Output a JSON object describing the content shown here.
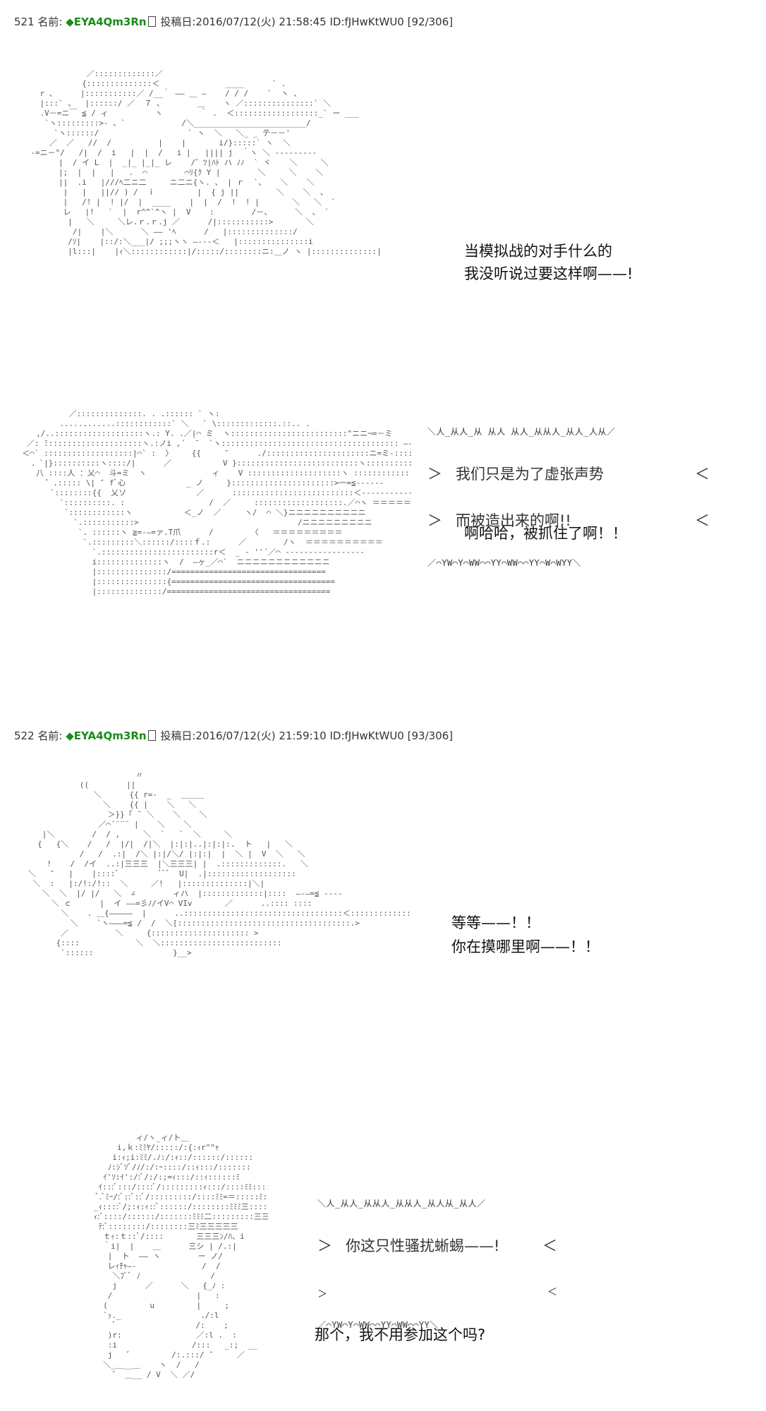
{
  "posts": [
    {
      "number": "521",
      "name_label": "名前:",
      "poster": "◆EYA4Qm3Rn",
      "date_label": "投稿日:2016/07/12(火) 21:58:45",
      "id": "ID:fJHwKtWU0",
      "count": "[92/306]"
    },
    {
      "number": "522",
      "name_label": "名前:",
      "poster": "◆EYA4Qm3Rn",
      "date_label": "投稿日:2016/07/12(火) 21:59:10",
      "id": "ID:fJHwKtWU0",
      "count": "[93/306]"
    }
  ],
  "dialogue": {
    "p1_line1": "当模拟战的对手什么的",
    "p1_line2": "我没听说过要这样啊——!",
    "shout1_line1": "我们只是为了虚张声势",
    "shout1_line2": "而被造出来的啊!!",
    "p2_line1": "啊哈哈，被抓住了啊！！",
    "p3_line1": "等等——！！",
    "p3_line2": "你在摸哪里啊——！！",
    "shout2_line1": "你这只性骚扰蜥蜴——!",
    "p4_line1": "那个，我不用参加这个吗?"
  },
  "ascii_art": {
    "art1": "              ／:::::::::::::／\n             {::::::::::::::＜              ____      ` .\n    r 、     |:::::::::::／ /__｀ ―― ＿ ―    / / /    `  ヽ 、\n    |:::` 、  |::::::/ ／  ７ 、       ＿    ヽ ／:::::::::::::::` ＼\n    .V－=ニ￣ ≦ / ィ          ヽ        ｀ .  ＜::::::::::::::::::_` ー ___\n     `ヽ:::::::::>- 、`            /＼________________________/\n       `ヽ::::::/                   ` ヽ  ＼   ＼_ _ テ－－'\n      ／  ／   //  /          |    |       i/}:::::` ヽ  ＼\n  -=ニ－\"/   /|  /  i   |  |  /   i |   |||| j  ｀ヽ ＼ ‐‐‐‐‐‐‐‐‐\n        |  / イ L  |  _|_ |_|_ レ    /゛ﾂ|ﾊﾄ ハ ﾉﾉ  ` ヾ    ＼     ＼\n        |;  |  |   |   .  ⌒        ⌒ﾘ{ｸ Y |        ＼     ＼    ＼\n        ||  .i   |///ﾍ二ニ二     ニ二ニ{ヽ. 、 | ｒ  `、   ＼    ＼\n         |   |   ||// ) /  ｉ         |  { j ||        ＼    ＼  、\n         |   /! |  ! |/  |  ____    |  |  /  !  ! |       ＼   ＼  `\n         レ   |!   `  |  r^^`^ヽ |  V    :        /－、     ＼  、 `\n          |   ＼     ＼レ.ｒ.ｒ.j ／      /|:::::::::::>       ＼\n           /|    |＼      ＼ ―― 'ﾍ      /   |::::::::::::::/\n          /ｿ|    |::/:＼___|/ ;;;ヽヽ ―‐‐‐＜   |:::::::::::::::i\n          |l:::|    |ｨ＼::::::::::::|/:::::/::::::::ニ:＿ノ ヽ |::::::::::::::|",
    "art2": "            ／::::::::::::::. . .:::::: ` ヽ:\n          ............::::::::::::` ＼   ` \\:::::::::::::.::.. .\n     ,/..:::::::::::::::::::ヽ.: Y. .／|⌒ ミ  ヽ:::::::::::::::::::::::::\"ニニ¬=－ミ\n   ／: ̄:::::::::::::::::::::ヽ.:ノi ,´  ̄   `ヽ:::::::::::::::::::::::::::::::::::::: ―‐ . .\n  ＜⌒` :::::::::::::::::::|⌒` :  〉    {{     ″      ./::::::::::::::::::::::ニ=ミ‐::::::::::::.\n    ．`|}::::::::::ヽ::::/|      ／           V }::::::::::::::::::::::::::ヽ:::::::::::::.\n     八 ::::人 ：乂⌒  斗=ミ  ヽ              ィ    V ::::::::::::::::::::ヽ ::::::::::::::ノ二\n       ゛.::::: \\| ″ fﾞ心             _ ノ     }::::::::::::::::::::::>一=≦‐‐‐‐‐‐\n        `::::::::{{  乂ソ               ／      ::::::::::::::::::::::::::＜‐‐‐‐‐‐‐‐‐‐‐‐\n          `::::::::::. :                  /  ／     :::::::::::::::::::.／⌒ヽ ＝＝＝＝＝＝＝\n           `::::::::::::ヽ           ＜_ノ  ／     ヽ/  ⌒ ＼}ニニニニニニニニニニ\n             `.:::::::::::>                                  /ニニニニニニニニニ\n              `. ::::::ヽ ≧=‐―=ァ.T爪      /        〈   ＝＝＝＝＝＝＝＝＝\n               `.:::::::::＼::::::/::::ｆ.:      ／        /ヽ  ＝＝＝＝＝＝＝＝＝＝\n                 `.::::::::::::::::::::::::r＜  _ ‐ ''´／⌒ ‐‐‐‐‐‐‐‐‐‐‐‐‐‐‐‐‐\n                 i::::::::::::::ヽ  /  ―ヶ_／⌒`  ニニニニニニニニニニニニ\n                 |:::::::::::::::/=================================\n                 |:::::::::::::::{===================================\n                 |::::::::::::::/===================================",
    "art3": "                          〃\n              ((        ||\n                 ＼      {{ r=-  _  ＿＿＿\n                   ＼    {{ |    ＼   ＼\n                    ＞}}「 ̄  ＼    ＼    ＼\n                  ／⌒´¨¨¨ |    ＼    ＼\n      |＼        /  / ,     ＼  `   `  ＼     ＼\n     {   {＼    /   /  |/|  /|＼  |:|:|..|:|:|:.  ト   |   ＼\n              /   /  .:|  /＼ |:|/＼/ |:|:|  |  ＼ |  V  ＼   ＼\n       !    /  /イ  ..:|三三三  |＼三三三| |  .:::::::::::::.   ＼\n   ＼   ″   |    |::::ﾞ         ﾞﾞﾞ  U|  .|:::::::::::::::::::\n    ＼  :   |:/!:/!::  ＼     ／!   |::::::::::::::|＼|\n      ＼  ＼  |/ |/   ＼  ∠        ィハ  |:::::::::::::|::::  ―‐―=≦ ‐‐‐‐\n        ＼ ｃ      |  イ ――=彡ﾉ/イV⌒ VIv       ／      ..:::: ::::\n          ＼    . ＿{―――――  |      ..::::::::::::::::::::::::::::::::::＜::::::::::::::::>\n            ＼    `ヽ―――=≦ /  /  ＼[:::::::::::::::::::::::::::::::::::::.>\n          ／          ＼     {::::::::::::::::::::: >\n         {::::            ＼  ＼::::::::::::::::::::::::::\n          `::::::                 }__>",
    "art4": "                    ィ/ヽ_ィ/ト＿\n                i,ｋ:ﾐﾐﾔ/:::::/:{:ｨr\"\"ｬ\n               i:ｨ;i:ﾐﾐ/.ﾉ:/:ｨ::/::::::/::::::\n              ﾉ:ｼﾞｿﾞ/ﾉ/:/:ｰ::::/::ｨ:::/:::::::\n             ｲ'ｿ:ｲ':/:ﾞ/:/:;=ｨ:::/::ｨ::::::ﾐ\n            ｲ:::ﾞ:::/::::ﾞ/:::::::::ｨ:::/::::ﾐﾐ::::::ﾐ\n            ﾞ.ﾞﾐｰ/:ﾞ::ﾞ::ﾞ/:::::::::/::::ﾐﾐ=＝:::::ﾐ:\n           _ｨ::::ﾞ/;:ｨ:ｨ::ﾞ::::::/::::::::ﾐﾐﾐ三:::::三\n           ｨ:ﾞ::::/::::::/:::::::ﾐﾐﾐ二:::::::::三三\n            ﾃ:ﾞ::::::::/::::::::三ﾐ三三三三三\n             ｔｨ:ｔ::ﾞ/::::       三三三ﾝ/ﾊ、i\n             ｀i|  |    ＿      三シ | /.:|\n              |  ト  ―― ヽ        ー ノ/\n              レｨﾁｬ―-              /  /\n               ＼ﾌﾞﾞ ﾉ               /\n               j      ／      ＼   {_ﾉ :\n              /                  |   :\n             (         u         |     ;\n             `ｯ._                 ./:l\n               ﾞ                 /:    ;\n              )r:                ／:l .  :\n              :i                /:::   _:;  __\n              j   ゛        /:.:::/ ̄      ／\n             ＼_＿__＿    ヽ  /   /\n               ゛ ＿__ / V  ＼ ／/"
  }
}
